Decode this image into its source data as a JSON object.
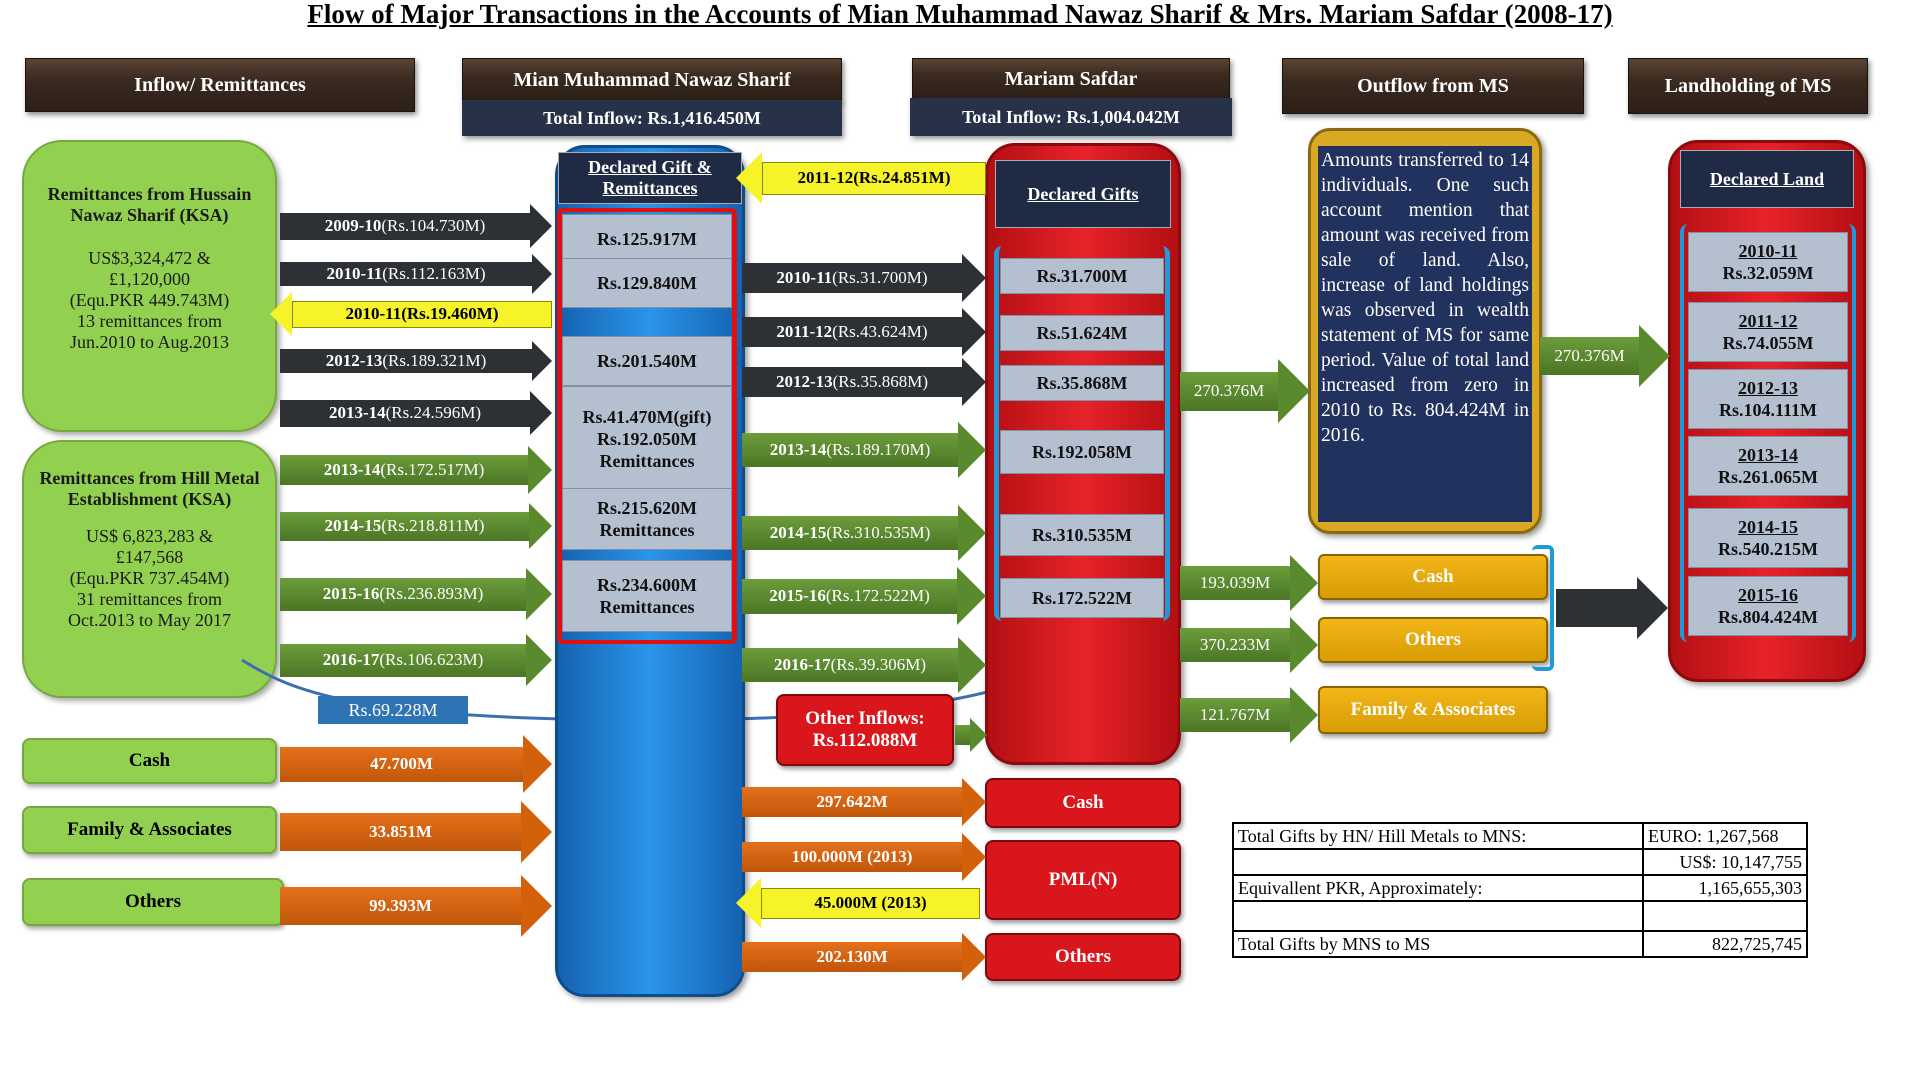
{
  "title": "Flow of Major Transactions in the Accounts of Mian Muhammad Nawaz Sharif & Mrs. Mariam Safdar (2008-17)",
  "headers": {
    "inflow": "Inflow/ Remittances",
    "mns": "Mian Muhammad Nawaz Sharif",
    "mns_total": "Total Inflow: Rs.1,416.450M",
    "ms": "Mariam Safdar",
    "ms_total": "Total Inflow: Rs.1,004.042M",
    "outflow": "Outflow from MS",
    "land": "Landholding of MS"
  },
  "left": {
    "hns": {
      "title": "Remittances from Hussain Nawaz Sharif (KSA)",
      "line1": "US$3,324,472 &",
      "line2": "£1,120,000",
      "line3": "(Equ.PKR 449.743M)",
      "line4": "13 remittances from",
      "line5": "Jun.2010 to Aug.2013"
    },
    "hill": {
      "title": "Remittances from Hill Metal Establishment (KSA)",
      "line1": "US$ 6,823,283 &",
      "line2": "£147,568",
      "line3": "(Equ.PKR 737.454M)",
      "line4": "31 remittances from",
      "line5": "Oct.2013 to May 2017"
    },
    "cash": "Cash",
    "family": "Family & Associates",
    "others": "Others",
    "hill_side": "Rs.69.228M"
  },
  "arrows_left": [
    {
      "year": "2009-10",
      "amt": "(Rs.104.730M)"
    },
    {
      "year": "2010-11",
      "amt": "(Rs.112.163M)"
    },
    {
      "year": "2010-11",
      "amt": "(Rs.19.460M)"
    },
    {
      "year": "2012-13",
      "amt": "(Rs.189.321M)"
    },
    {
      "year": "2013-14",
      "amt": "(Rs.24.596M)"
    },
    {
      "year": "2013-14",
      "amt": "(Rs.172.517M)"
    },
    {
      "year": "2014-15",
      "amt": "(Rs.218.811M)"
    },
    {
      "year": "2015-16",
      "amt": "(Rs.236.893M)"
    },
    {
      "year": "2016-17",
      "amt": "(Rs.106.623M)"
    },
    {
      "year": "",
      "amt": "47.700M"
    },
    {
      "year": "",
      "amt": "33.851M"
    },
    {
      "year": "",
      "amt": "99.393M"
    }
  ],
  "mns_col": {
    "head": "Declared Gift & Remittances",
    "items": [
      {
        "l1": "Rs.125.917M",
        "l2": "",
        "l3": ""
      },
      {
        "l1": "Rs.129.840M",
        "l2": "",
        "l3": ""
      },
      {
        "l1": "Rs.201.540M",
        "l2": "",
        "l3": ""
      },
      {
        "l1": "Rs.41.470M(gift)",
        "l2": "Rs.192.050M",
        "l3": "Remittances"
      },
      {
        "l1": "Rs.215.620M",
        "l2": "Remittances",
        "l3": ""
      },
      {
        "l1": "Rs.234.600M",
        "l2": "Remittances",
        "l3": ""
      }
    ]
  },
  "arrows_mid": [
    {
      "year": "2011-12",
      "amt": "(Rs.24.851M)"
    },
    {
      "year": "2010-11",
      "amt": "(Rs.31.700M)"
    },
    {
      "year": "2011-12",
      "amt": "(Rs.43.624M)"
    },
    {
      "year": "2012-13",
      "amt": "(Rs.35.868M)"
    },
    {
      "year": "2013-14",
      "amt": "(Rs.189.170M)"
    },
    {
      "year": "2014-15",
      "amt": "(Rs.310.535M)"
    },
    {
      "year": "2015-16",
      "amt": "(Rs.172.522M)"
    },
    {
      "year": "2016-17",
      "amt": "(Rs.39.306M)"
    },
    {
      "year": "",
      "amt": "297.642M"
    },
    {
      "year": "",
      "amt": "100.000M (2013)"
    },
    {
      "year": "",
      "amt": "45.000M (2013)"
    },
    {
      "year": "",
      "amt": "202.130M"
    }
  ],
  "ms_col": {
    "head": "Declared Gifts",
    "items": [
      "Rs.31.700M",
      "Rs.51.624M",
      "Rs.35.868M",
      "Rs.192.058M",
      "Rs.310.535M",
      "Rs.172.522M"
    ],
    "other_inflows_l1": "Other Inflows:",
    "other_inflows_l2": "Rs.112.088M"
  },
  "mns_out": {
    "cash": "Cash",
    "pml": "PML(N)",
    "others": "Others"
  },
  "outflow": {
    "note": "Amounts transferred to 14 individuals. One such account mention that amount was received from sale of land. Also, increase of land holdings was observed in wealth statement of MS for same period. Value of total land increased from zero in 2010 to Rs. 804.424M in 2016.",
    "a1": "270.376M",
    "a2": "193.039M",
    "a3": "370.233M",
    "a4": "121.767M",
    "cash": "Cash",
    "others": "Others",
    "family": "Family & Associates",
    "to_land": "270.376M"
  },
  "land": {
    "head": "Declared  Land",
    "items": [
      {
        "year": "2010-11",
        "amt": "Rs.32.059M"
      },
      {
        "year": "2011-12",
        "amt": "Rs.74.055M"
      },
      {
        "year": "2012-13",
        "amt": "Rs.104.111M"
      },
      {
        "year": "2013-14",
        "amt": "Rs.261.065M"
      },
      {
        "year": "2014-15",
        "amt": "Rs.540.215M"
      },
      {
        "year": "2015-16",
        "amt": "Rs.804.424M"
      }
    ]
  },
  "summary": {
    "r1_label": "Total Gifts by HN/ Hill Metals to MNS:",
    "r1_val": "EURO: 1,267,568",
    "r2_val": "US$: 10,147,755",
    "r3_label": "Equivallent PKR, Approximately:",
    "r3_val": "1,165,655,303",
    "r4_label": "Total Gifts by MNS to MS",
    "r4_val": "822,725,745"
  }
}
